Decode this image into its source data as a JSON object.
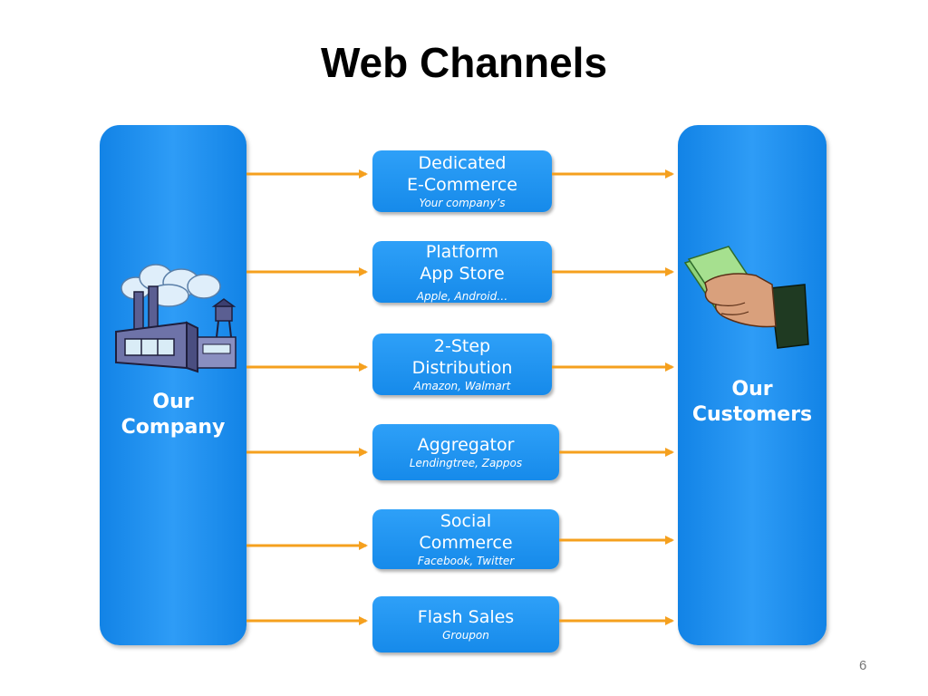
{
  "slide": {
    "title": "Web Channels",
    "page_number": "6"
  },
  "company": {
    "label_line1": "Our",
    "label_line2": "Company",
    "icon": "factory-icon"
  },
  "customers": {
    "label_line1": "Our",
    "label_line2": "Customers",
    "icon": "hand-with-money-icon"
  },
  "channels": [
    {
      "name_line1": "Dedicated",
      "name_line2": "E-Commerce",
      "sub": "Your company’s"
    },
    {
      "name_line1": "Platform",
      "name_line2": "App Store",
      "sub": "Apple, Android…"
    },
    {
      "name_line1": "2-Step",
      "name_line2": "Distribution",
      "sub": "Amazon, Walmart"
    },
    {
      "name_line1": "Aggregator",
      "name_line2": "",
      "sub": "Lendingtree, Zappos"
    },
    {
      "name_line1": "Social",
      "name_line2": "Commerce",
      "sub": "Facebook, Twitter"
    },
    {
      "name_line1": "Flash Sales",
      "name_line2": "",
      "sub": "Groupon"
    }
  ],
  "colors": {
    "box_blue": "#1e90f0",
    "arrow_orange": "#f5a01e"
  }
}
